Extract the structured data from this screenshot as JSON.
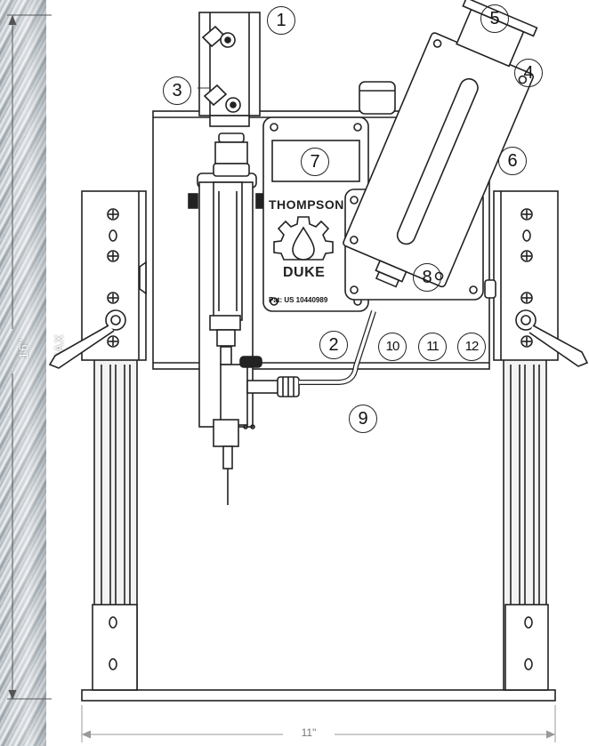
{
  "dimensions": {
    "height_label": "16\" MAX",
    "width_label": "11\""
  },
  "brand": {
    "line1": "THOMPSON",
    "line2": "DUKE",
    "patent": "Pat: US 10440989"
  },
  "callouts": [
    "1",
    "2",
    "3",
    "4",
    "5",
    "6",
    "7",
    "8",
    "9",
    "10",
    "11",
    "12"
  ],
  "icons": {
    "logo": "gear-drop-icon",
    "bolt": "bolt-icon"
  },
  "colors": {
    "outline": "#222222",
    "body_fill": "#ffffff",
    "metal": "#b7bec5"
  }
}
